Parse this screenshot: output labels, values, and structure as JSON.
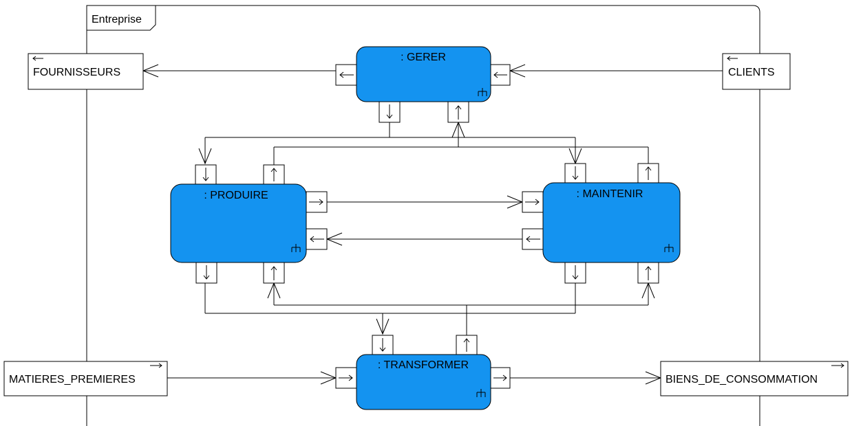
{
  "diagram": {
    "container": {
      "label": "Entreprise"
    },
    "components": {
      "gerer": {
        "label": ": GERER"
      },
      "produire": {
        "label": ": PRODUIRE"
      },
      "maintenir": {
        "label": ": MAINTENIR"
      },
      "transformer": {
        "label": ": TRANSFORMER"
      }
    },
    "externals": {
      "fournisseurs": {
        "label": "FOURNISSEURS"
      },
      "clients": {
        "label": "CLIENTS"
      },
      "matieres": {
        "label": "MATIERES_PREMIERES"
      },
      "biens": {
        "label": "BIENS_DE_CONSOMMATION"
      }
    },
    "colors": {
      "component_fill": "#1493F0",
      "line": "#000000",
      "background": "#FFFFFF"
    },
    "icons": {
      "component": "composite-structure-icon",
      "port_in": "port-in-icon",
      "port_out": "port-out-icon"
    }
  }
}
